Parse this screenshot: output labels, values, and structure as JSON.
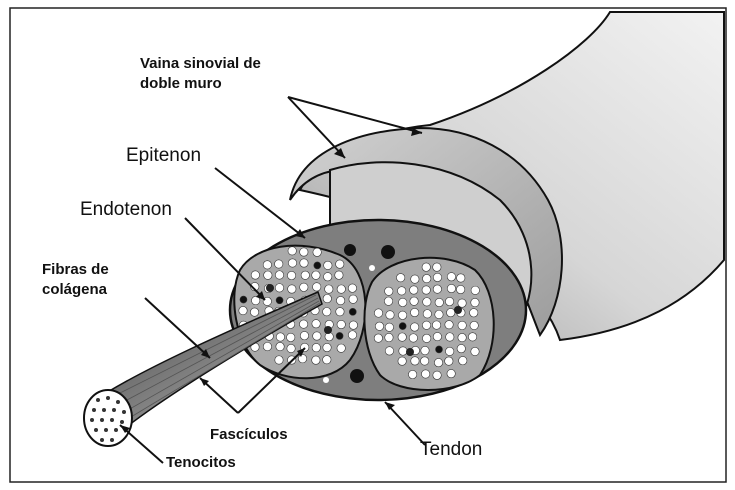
{
  "labels": {
    "sheath_line1": "Vaina sinovial de",
    "sheath_line2": "doble muro",
    "epitenon": "Epitenon",
    "endotenon": "Endotenon",
    "fibers_line1": "Fibras de",
    "fibers_line2": "colágena",
    "fasciculos": "Fascículos",
    "tenocitos": "Tenocitos",
    "tendon": "Tendon"
  },
  "colors": {
    "outline": "#111111",
    "sheath": "#c9c9c9",
    "tendon_body": "#d4d4d4",
    "fascicle_fill": "#a9a9a9",
    "interfascicular": "#7f7f7f"
  }
}
